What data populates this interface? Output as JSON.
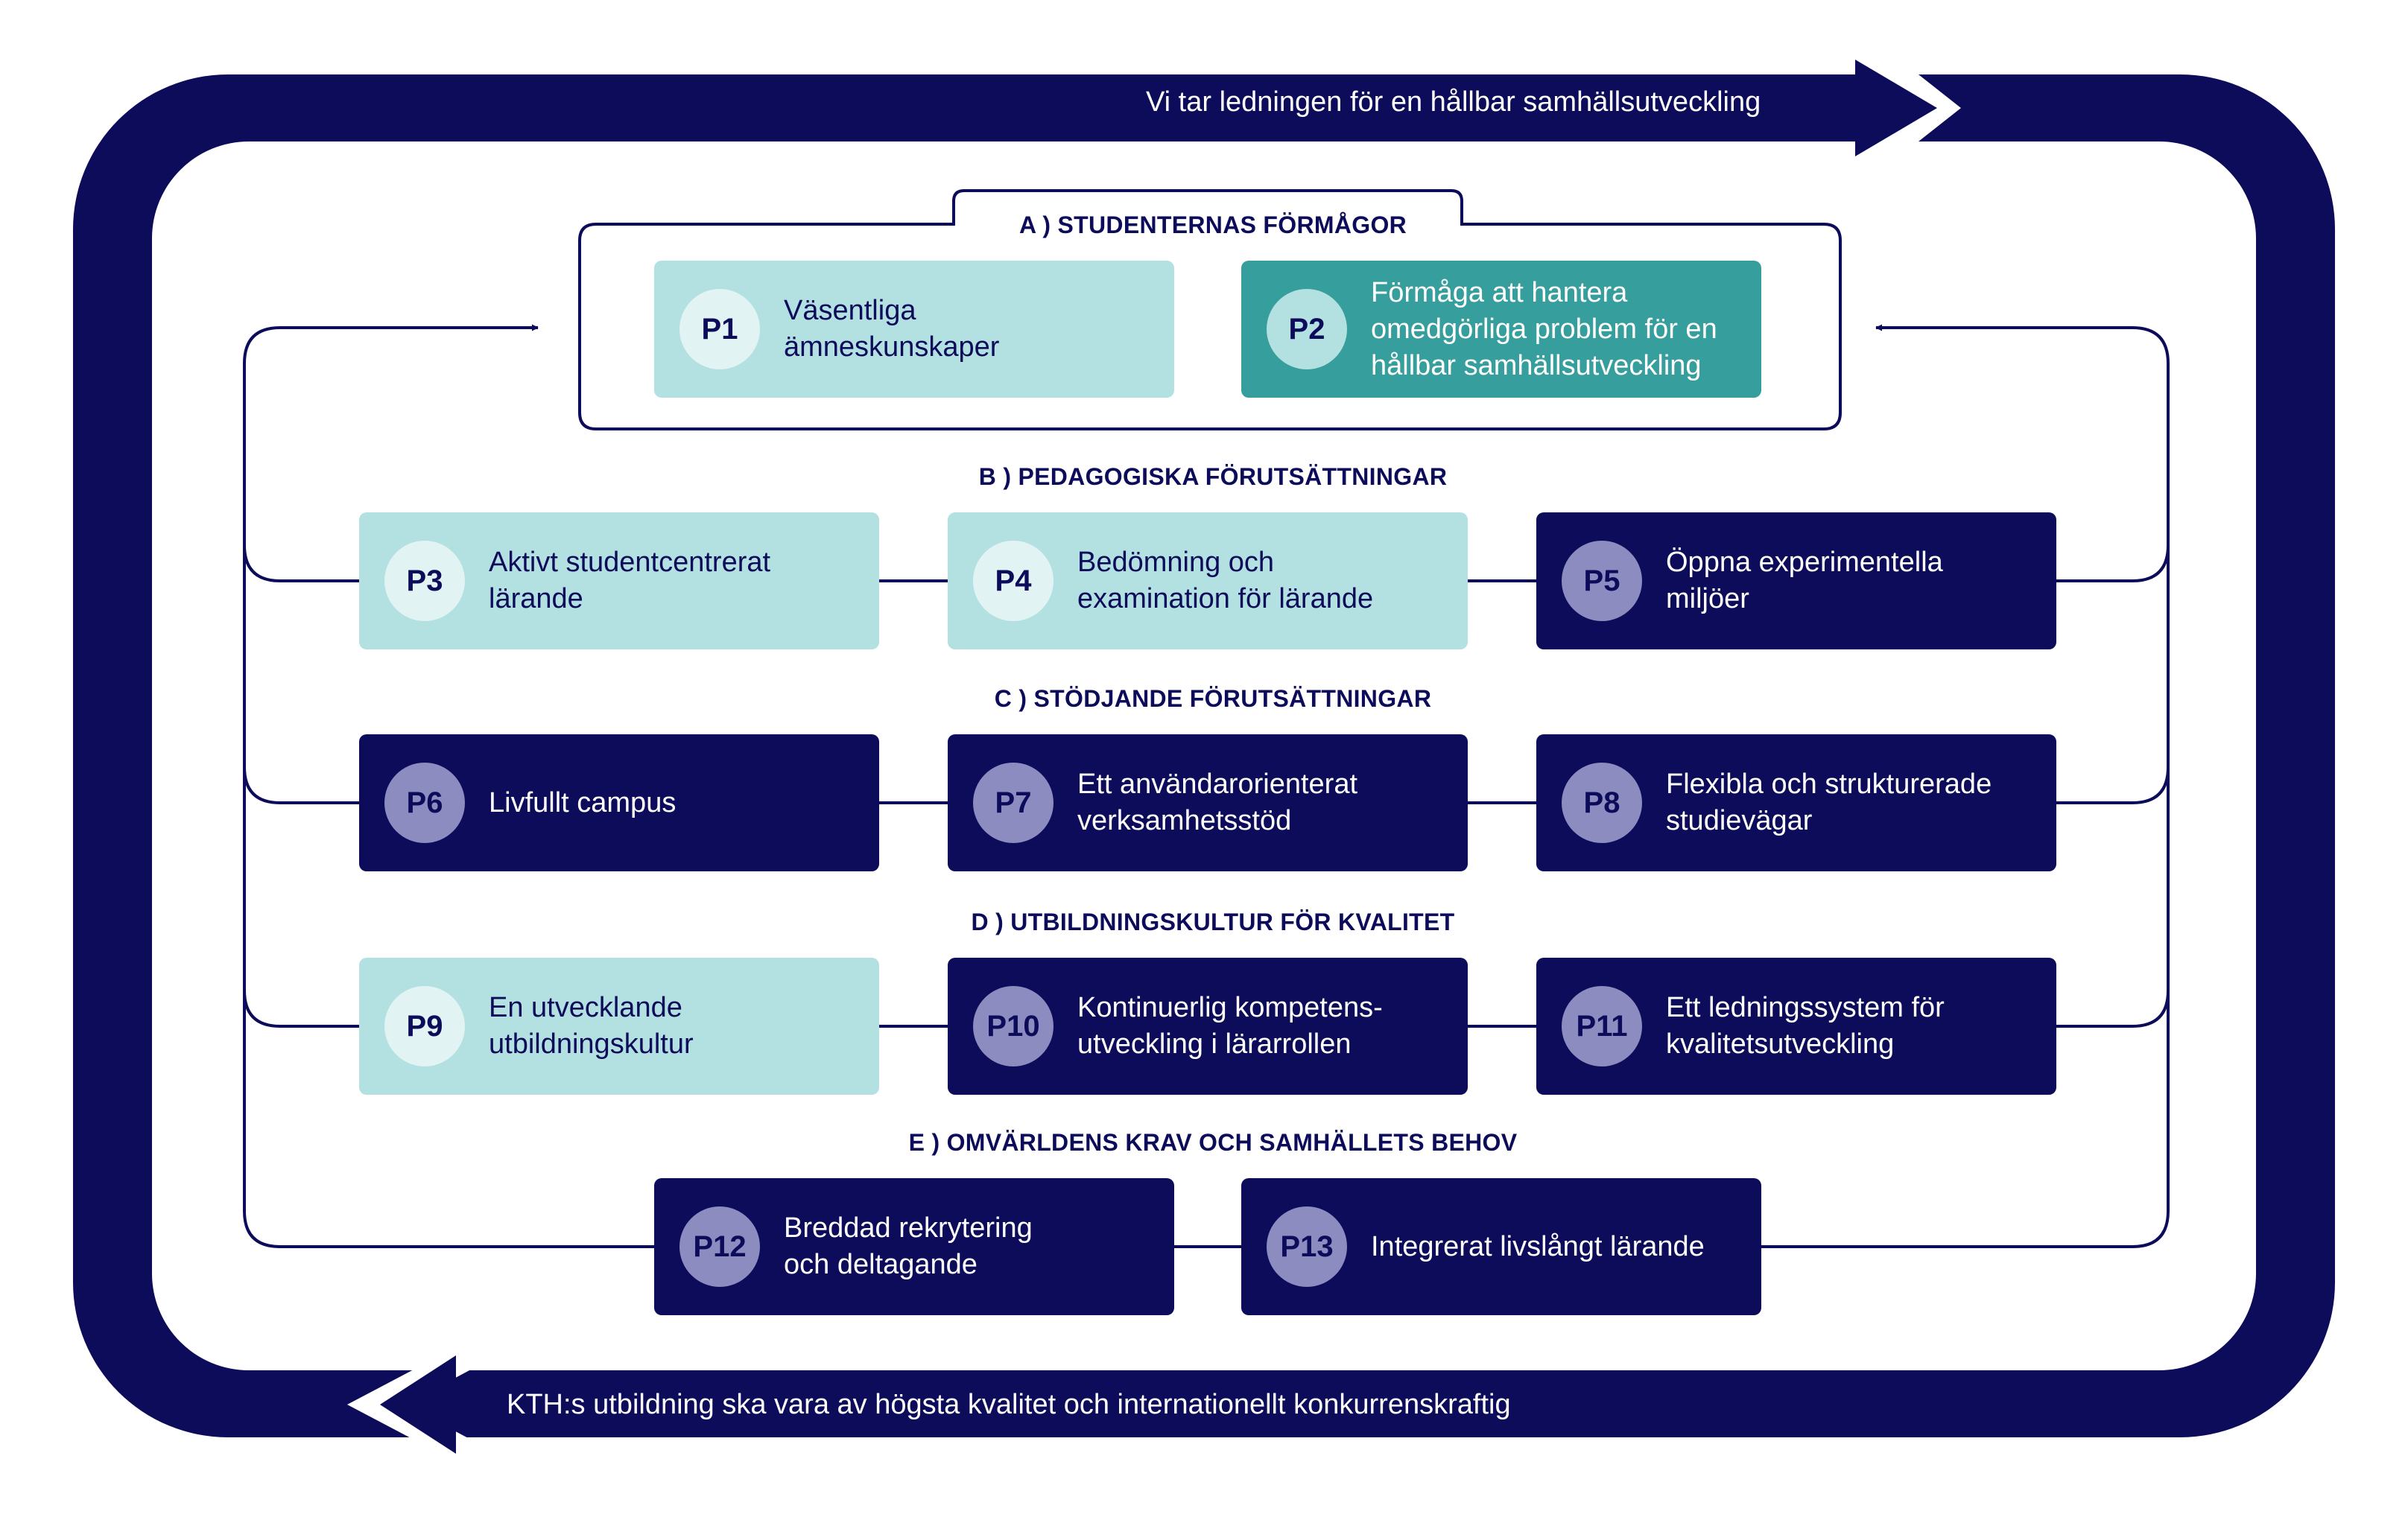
{
  "banner_top": "Vi tar ledningen för en hållbar samhällsutveckling",
  "banner_bottom": "KTH:s utbildning ska vara av högsta kvalitet och internationellt konkurrenskraftig",
  "colors": {
    "navy": "#0c0c5a",
    "light_teal": "#b3e0e1",
    "teal": "#369e9d",
    "badge_purple": "#8c8cc0"
  },
  "sections": {
    "a": "A )  STUDENTERNAS FÖRMÅGOR",
    "b": "B )  PEDAGOGISKA FÖRUTSÄTTNINGAR",
    "c": "C )  STÖDJANDE FÖRUTSÄTTNINGAR",
    "d": "D )  UTBILDNINGSKULTUR FÖR KVALITET",
    "e": "E )  OMVÄRLDENS KRAV OCH SAMHÄLLETS BEHOV"
  },
  "principles": {
    "p1": {
      "code": "P1",
      "text": "Väsentliga\nämneskunskaper"
    },
    "p2": {
      "code": "P2",
      "text": "Förmåga att hantera\nomedgörliga problem för en\nhållbar samhällsutveckling"
    },
    "p3": {
      "code": "P3",
      "text": "Aktivt studentcentrerat\nlärande"
    },
    "p4": {
      "code": "P4",
      "text": "Bedömning och\nexamination för lärande"
    },
    "p5": {
      "code": "P5",
      "text": "Öppna experimentella\nmiljöer"
    },
    "p6": {
      "code": "P6",
      "text": "Livfullt campus"
    },
    "p7": {
      "code": "P7",
      "text": "Ett användarorienterat\nverksamhetsstöd"
    },
    "p8": {
      "code": "P8",
      "text": "Flexibla och strukturerade\nstudievägar"
    },
    "p9": {
      "code": "P9",
      "text": "En utvecklande\nutbildningskultur"
    },
    "p10": {
      "code": "P10",
      "text": "Kontinuerlig kompetens-\nutveckling i lärarrollen"
    },
    "p11": {
      "code": "P11",
      "text": "Ett ledningssystem för\nkvalitetsutveckling"
    },
    "p12": {
      "code": "P12",
      "text": "Breddad rekrytering\noch deltagande"
    },
    "p13": {
      "code": "P13",
      "text": "Integrerat livslångt lärande"
    }
  }
}
